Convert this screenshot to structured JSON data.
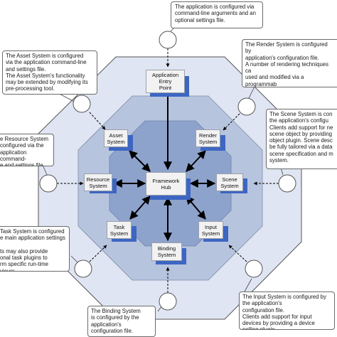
{
  "nodes": {
    "entry": "Application\nEntry\nPoint",
    "asset": "Asset\nSystem",
    "render": "Render\nSystem",
    "resource": "Resource\nSystem",
    "hub": "Framework\nHub",
    "scene": "Scene\nSystem",
    "task": "Task\nSystem",
    "input": "Input\nSystem",
    "binding": "Binding\nSystem"
  },
  "notes": {
    "entry": "The application is configured via\ncommand-line arguments and an\noptional settings file.",
    "asset": "The Asset System is configured\nvia the application command-line\nand settings file.\nThe Asset System's functionality\nmay be extended by modifying its\npre-processing tool.",
    "render": "The Render System is configured by\napplication's configuration file.\nA number of rendering techniques ca\nused and modified via a programmab\nrendering pipeline.  Clients add supp\nfor new rendering methods by provid\ntechnique plugin.",
    "resource": "e Resource System\nconfigured via the\napplication command-\ne and settings file.",
    "scene": "The Scene System is con\nthe application's configu\nClients add support for ne\nscene object by providing\nobject plugin.  Scene desc\nbe fully tailored via a data\nscene specification and m\nsystem.",
    "task": "Task System is configured\ne main application settings\n\nts may also provide\nonal task plugins to\nrm specific run-time\nviours.",
    "input": "The Input System is configured by\nthe application's\nconfiguration file.\nClients add support for input\ndevices by providing a device\npolling plugin.",
    "binding": "The Binding System\nis configured by the\napplication's\nconfiguration file."
  },
  "colors": {
    "outer_octagon": "#dfe5f2",
    "middle_octagon": "#b7c4de",
    "inner_octagon": "#8ea3cc",
    "node_shadow": "#3d66c2",
    "node_fill": "#f2f2f2"
  }
}
